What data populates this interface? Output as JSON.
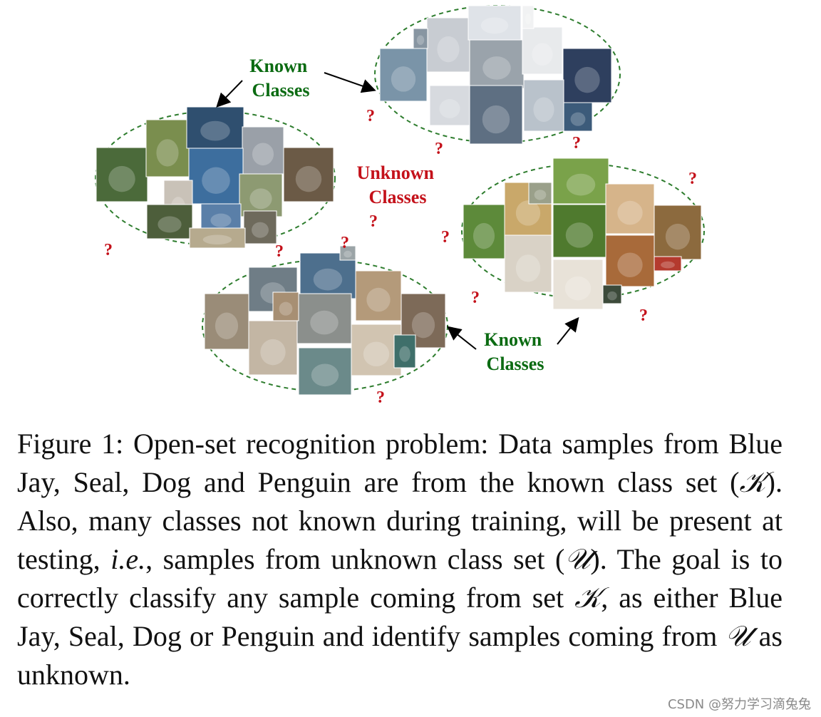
{
  "labels": {
    "known_top": [
      "Known",
      "Classes"
    ],
    "known_bottom": [
      "Known",
      "Classes"
    ],
    "unknown": [
      "Unknown",
      "Classes"
    ],
    "question_mark": "?"
  },
  "groups": [
    {
      "name": "blue-jay",
      "tile_palette": [
        "#4b6a3a",
        "#7a8e4e",
        "#2f4f6f",
        "#9aa0a8",
        "#6b5a46",
        "#3d6e9e",
        "#c9c2b8",
        "#4d5e3b",
        "#8d9a72",
        "#5a7fa8",
        "#6e6a5c",
        "#b6aa8e"
      ]
    },
    {
      "name": "penguin",
      "tile_palette": [
        "#7a94a8",
        "#c8ccd2",
        "#dfe3e8",
        "#9aa3ab",
        "#e8eaec",
        "#2e3f5e",
        "#d7dadf",
        "#5e6f82",
        "#b9c2cb",
        "#3c5b7a",
        "#f1f2f3",
        "#8896a2"
      ]
    },
    {
      "name": "seal",
      "tile_palette": [
        "#9a8c78",
        "#6f7d86",
        "#4d6f8d",
        "#b49a7a",
        "#7d6a58",
        "#c3b6a4",
        "#8b8f8c",
        "#d1c4b1",
        "#6b8a8a",
        "#a78f73",
        "#3f6f6a",
        "#9ba4a7"
      ]
    },
    {
      "name": "dog",
      "tile_palette": [
        "#5d8a3a",
        "#c9a86a",
        "#7aa24a",
        "#d6b48a",
        "#8c6a3e",
        "#4f7a2e",
        "#d9d2c6",
        "#a86a3a",
        "#e8e2d8",
        "#3c4a3a",
        "#b43a2e",
        "#9aa08a"
      ]
    }
  ],
  "caption": {
    "p1": "Figure 1:  Open-set recognition problem:  Data samples from Blue Jay, Seal, Dog and Penguin are from the known class set (",
    "k1": "𝒦",
    "p2": ").  Also, many classes not known during training, will be present at testing, ",
    "ie": "i.e.",
    "p3": ", samples from unknown class set (",
    "u1": "𝒰",
    "p4": ").  The goal is to correctly classify any sample coming from set ",
    "k2": "𝒦",
    "p5": ", as either Blue Jay, Seal, Dog or Penguin and identify samples coming from ",
    "u2": "𝒰",
    "p6": " as unknown."
  },
  "watermark": "CSDN @努力学习滴兔兔",
  "colors": {
    "known": "#0b6b12",
    "unknown": "#c4111a",
    "ellipse": "#2e7d2e"
  }
}
